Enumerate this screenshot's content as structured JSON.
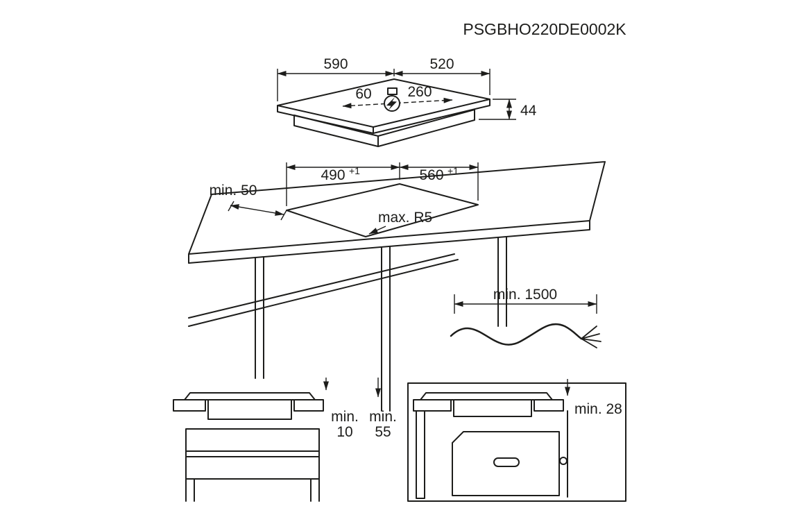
{
  "title": "PSGBHO220DE0002K",
  "colors": {
    "line": "#1d1d1b",
    "background": "#ffffff"
  },
  "hob_top_view": {
    "width_mm": "590",
    "depth_mm": "520",
    "height_mm": "44",
    "power_connection_offset_left_mm": "60",
    "power_connection_offset_right_mm": "260",
    "power_icon": "lightning-bolt"
  },
  "worktop_cutout_view": {
    "cutout_depth_mm": "490",
    "cutout_depth_tolerance": "+1",
    "cutout_width_mm": "560",
    "cutout_width_tolerance": "+1",
    "edge_clearance": "min. 50",
    "corner_radius": "max. R5"
  },
  "power_cable": {
    "length": "min. 1500"
  },
  "cabinet_section_view": {
    "hob_clearance_label": "min.",
    "hob_clearance_value": "10",
    "worktop_clearance_label": "min.",
    "worktop_clearance_value": "55"
  },
  "oven_section_view": {
    "oven_clearance": "min. 28"
  }
}
